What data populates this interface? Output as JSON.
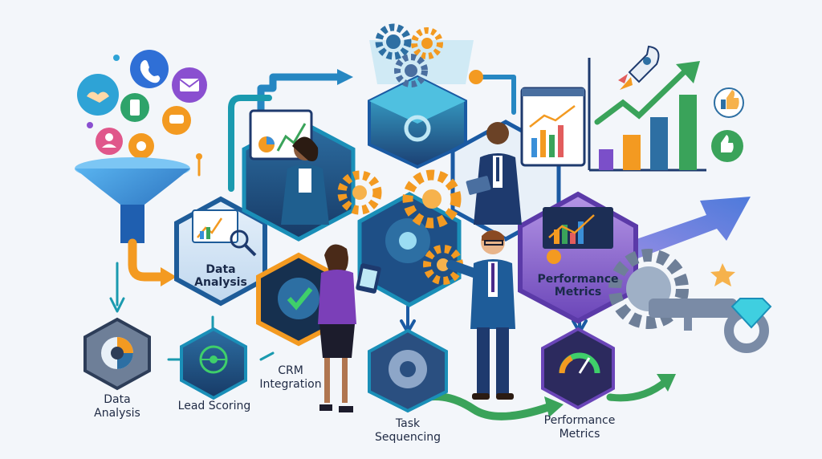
{
  "illustration": {
    "hex_labels": {
      "data_analysis": "Data\nAnalysis",
      "performance_metrics": "Performance\nMetrics"
    },
    "bottom_labels": {
      "data_analysis": "Data\nAnalysis",
      "lead_scoring": "Lead Scoring",
      "crm_integration": "CRM\nIntegration",
      "task_sequencing": "Task\nSequencing",
      "performance_metrics": "Performance\nMetrics"
    },
    "colors": {
      "background": "#f3f6fa",
      "navy": "#1e3a6e",
      "teal": "#1aa3b8",
      "orange": "#f39a21",
      "purple": "#7b4fc9",
      "green": "#3aa35a",
      "blue_arrow": "#3f6fd8"
    },
    "icons": [
      "handshake-icon",
      "phone-icon",
      "email-icon",
      "chat-icon",
      "funnel-icon",
      "rocket-icon",
      "thumbs-up-icon",
      "key-icon",
      "diamond-icon",
      "star-icon",
      "gear-icon",
      "tablet-icon",
      "bar-chart-icon",
      "check-icon",
      "target-icon",
      "gauge-icon"
    ]
  }
}
